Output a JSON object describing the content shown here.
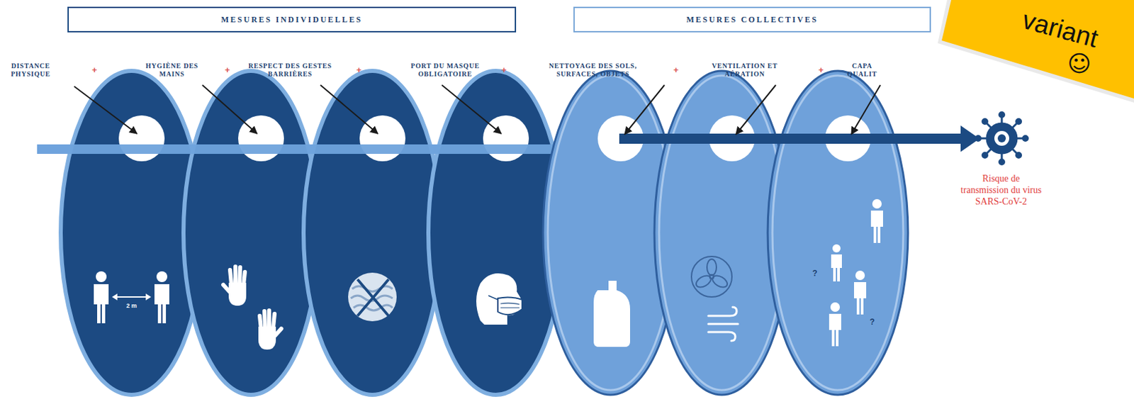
{
  "diagram": {
    "nodes": [
      {
        "text": [
          "MESURES INDIVIDUELLES"
        ]
      },
      {
        "text": [
          "MESURES COLLECTIVES"
        ]
      }
    ],
    "labels": [
      "DISTANCE PHYSIQUE",
      "+",
      "HYGIÈNE DES MAINS",
      "+",
      "RESPECT DES GESTES BARRIÈRES",
      "+",
      "PORT DU MASQUE OBLIGATOIRE",
      "+",
      "NETTOYAGE DES SOLS, SURFACES, OBJETS",
      "+",
      "VENTILATION ET AÉRATION",
      "+",
      "CAPA QUALIT",
      "2 m",
      "?",
      "?",
      "Risque de transmission du virus SARS-CoV-2",
      "variant",
      "☺"
    ]
  }
}
